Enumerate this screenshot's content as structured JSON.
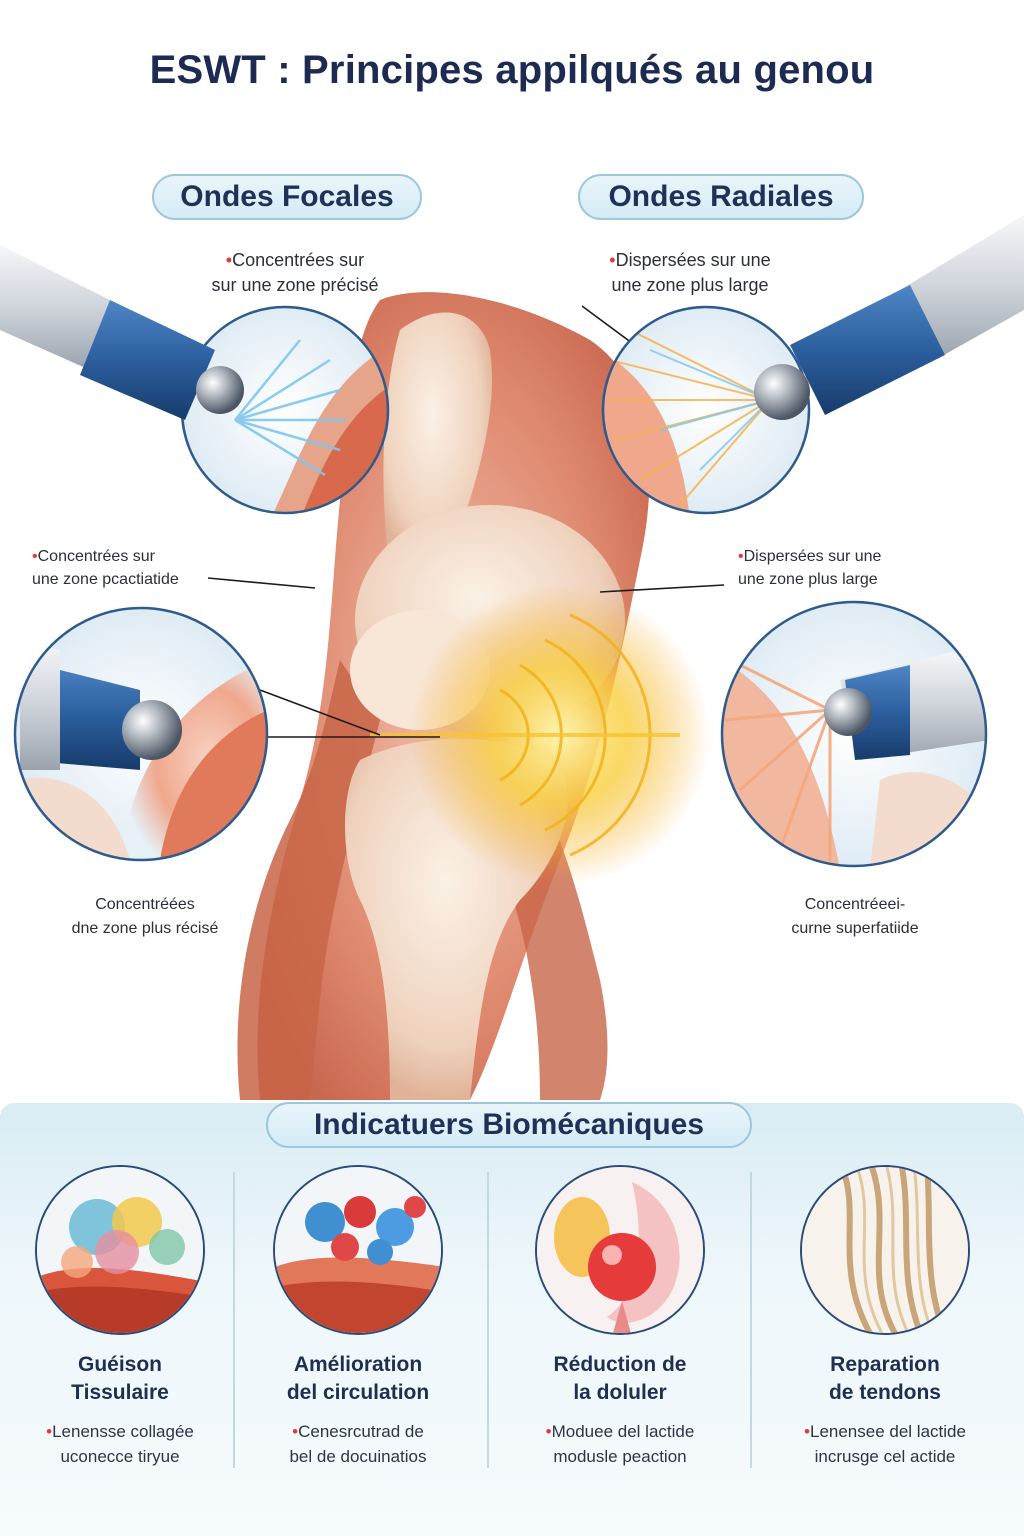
{
  "title": "ESWT : Principes appilqués au genou",
  "focal": {
    "label": "Ondes Focales",
    "caption_top_1": "Concentrées sur",
    "caption_top_2": "sur une zone précisé",
    "caption_mid_1": "Concentrées sur",
    "caption_mid_2": "une zone pcactiatide",
    "caption_low_1": "Concentréées",
    "caption_low_2": "dne zone plus récisé"
  },
  "radial": {
    "label": "Ondes Radiales",
    "caption_top_1": "Dispersées sur une",
    "caption_top_2": "une zone plus large",
    "caption_mid_1": "Dispersées sur une",
    "caption_mid_2": "une zone plus large",
    "caption_low_1": "Concentréeei-",
    "caption_low_2": "curne superfatiide"
  },
  "indicators": {
    "title": "Indicatuers Biomécaniques",
    "items": [
      {
        "title_1": "Guéison",
        "title_2": "Tissulaire",
        "sub_1": "Lenensse collagée",
        "sub_2": "uconecce tiryue"
      },
      {
        "title_1": "Amélioration",
        "title_2": "del circulation",
        "sub_1": "Cenesrcutrad de",
        "sub_2": "bel de docuinatios"
      },
      {
        "title_1": "Réduction de",
        "title_2": "la doluler",
        "sub_1": "Moduee del lactide",
        "sub_2": "modusle peaction"
      },
      {
        "title_1": "Reparation",
        "title_2": "de tendons",
        "sub_1": "Lenensee del lactide",
        "sub_2": "incrusge cel actide"
      }
    ]
  },
  "colors": {
    "accent": "#1d2b52",
    "bullet": "#e03b3b",
    "device_blue": "#2c5f9e",
    "wave_yellow": "#f7c531"
  }
}
